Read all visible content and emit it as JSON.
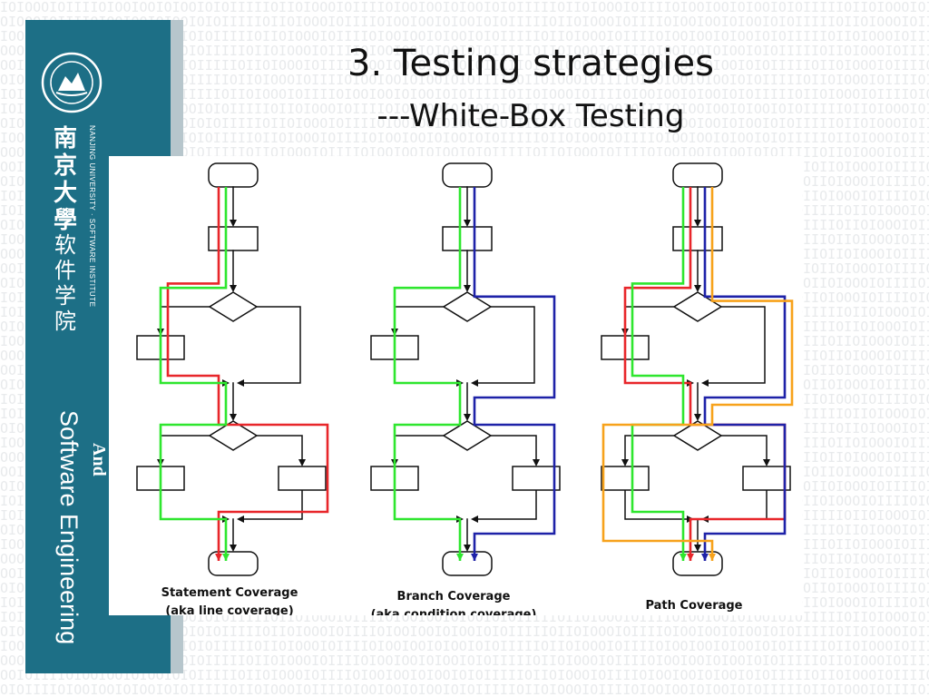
{
  "slide": {
    "title": "3. Testing strategies",
    "subtitle": "---White-Box Testing"
  },
  "sidebar": {
    "school_cn": "南京大學",
    "institute_cn": "软件学院",
    "school_en": "NANJING UNIVERSITY · SOFTWARE INSTITUTE",
    "course_and": "And",
    "course_name": "Software Engineering",
    "logo_icon": "university-seal-icon"
  },
  "diagram": {
    "colors": {
      "red": "#e8262a",
      "green": "#2ee62e",
      "blue": "#1e22a8",
      "orange": "#f7a21b",
      "black": "#111111"
    },
    "panels": [
      {
        "caption_line1": "Statement Coverage",
        "caption_line2": "(aka line coverage)",
        "paths": [
          "red",
          "green"
        ]
      },
      {
        "caption_line1": "Branch Coverage",
        "caption_line2": "(aka condition coverage)",
        "paths": [
          "green",
          "blue"
        ]
      },
      {
        "caption_line1": "Path Coverage",
        "caption_line2": "",
        "paths": [
          "red",
          "green",
          "blue",
          "orange"
        ]
      }
    ]
  }
}
